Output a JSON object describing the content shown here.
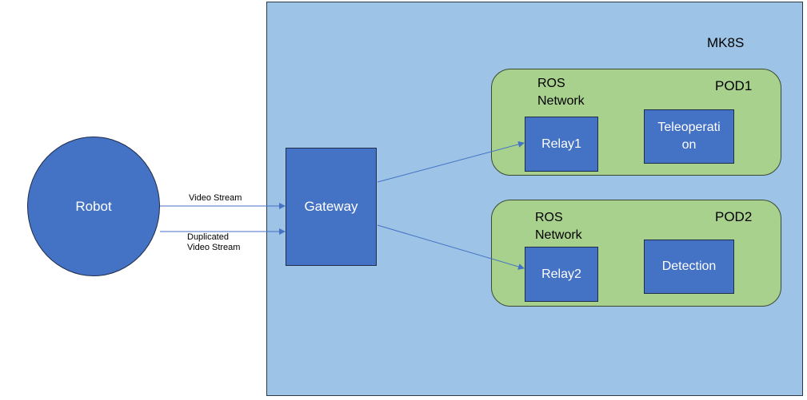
{
  "nodes": {
    "robot": "Robot",
    "gateway": "Gateway",
    "cluster": "MK8S",
    "pod1": {
      "label": "POD1",
      "network_line1": "ROS",
      "network_line2": "Network",
      "relay": "Relay1",
      "service_line1": "Teleoperati",
      "service_line2": "on"
    },
    "pod2": {
      "label": "POD2",
      "network_line1": "ROS",
      "network_line2": "Network",
      "relay": "Relay2",
      "service": "Detection"
    }
  },
  "edges": {
    "video_stream": "Video Stream",
    "duplicated_line1": "Duplicated",
    "duplicated_line2": "Video Stream"
  },
  "colors": {
    "box_fill": "#4472c4",
    "cluster_fill": "#9dc3e6",
    "pod_fill": "#a9d18e",
    "arrow": "#4472c4"
  }
}
